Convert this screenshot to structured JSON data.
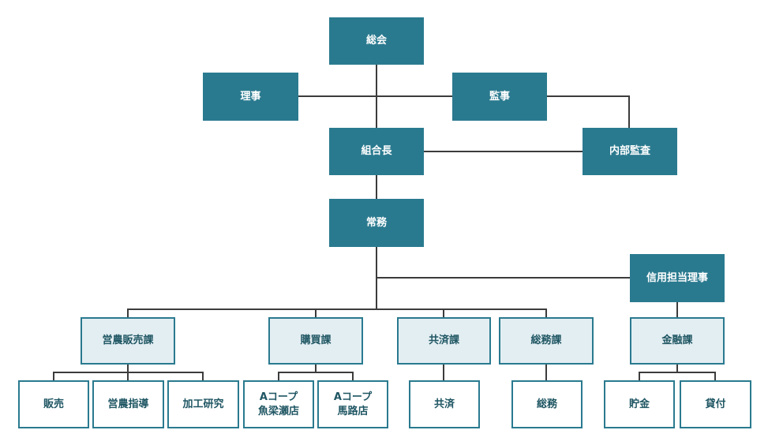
{
  "org": {
    "sokai": "総会",
    "riji": "理事",
    "kanji": "監事",
    "kumiaicho": "組合長",
    "naibu_kansa": "内部監査",
    "jomu": "常務",
    "shinyo_riji": "信用担当理事",
    "eino_hanbai": "営農販売課",
    "kobai": "購買課",
    "kyosai_ka": "共済課",
    "somu_ka": "総務課",
    "kinyu": "金融課",
    "hanbai": "販売",
    "eino_shido": "営農指導",
    "kako_kenkyu": "加工研究",
    "acoop_1": "Aコープ\n魚梁瀬店",
    "acoop_2": "Aコープ\n馬路店",
    "kyosai": "共済",
    "somu": "総務",
    "chokin": "貯金",
    "kashitsuke": "貸付"
  },
  "colors": {
    "dark_box": "#2a7a8f",
    "light_box": "#e3eef2",
    "connector": "#3c3c3c"
  }
}
